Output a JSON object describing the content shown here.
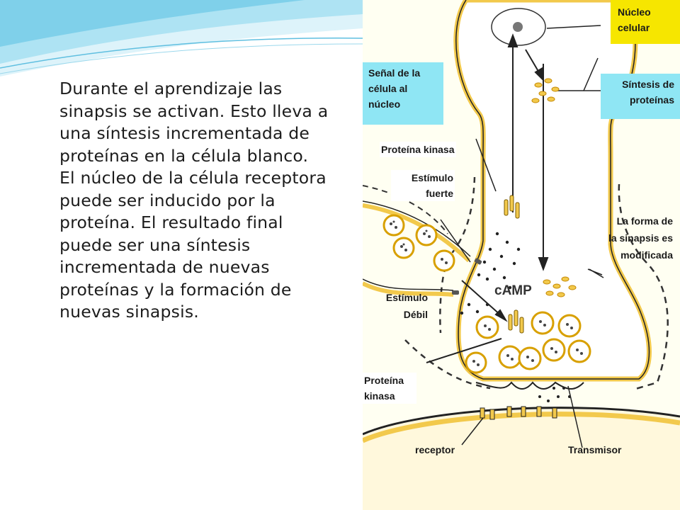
{
  "paragraph": "Durante el aprendizaje las sinapsis se activan. Esto lleva a una síntesis incrementada de proteínas en la célula blanco. El núcleo de la célula receptora puede ser inducido por la proteína. El resultado final puede ser una síntesis incrementada de nuevas proteínas y la formación de nuevas sinapsis.",
  "labels": {
    "nucleo_1": "Núcleo",
    "nucleo_2": "celular",
    "senal_1": "Señal de la",
    "senal_2": "célula al",
    "senal_3": "núcleo",
    "sintesis_1": "Síntesis de",
    "sintesis_2": "proteínas",
    "proteina_kinasa_top": "Proteína kinasa",
    "estimulo_fuerte_1": "Estímulo",
    "estimulo_fuerte_2": "fuerte",
    "forma_1": "La forma de",
    "forma_2": "la sinapsis es",
    "forma_3": "modificada",
    "estimulo_debil_1": "Estímulo",
    "estimulo_debil_2": "Débil",
    "camp": "cAMP",
    "proteina_kinasa_bottom_1": "Proteína",
    "proteina_kinasa_bottom_2": "kinasa",
    "receptor": "receptor",
    "transmisor": "Transmisor"
  },
  "colors": {
    "label_yellow": "#f6e600",
    "label_cyan": "#8fe6f4",
    "membrane_yellow": "#f2c94c",
    "membrane_line": "#222222",
    "swoosh_blue": "#7fd0ea"
  },
  "icons": [
    "vesicle-icon",
    "arrow-icon",
    "swoosh-decoration"
  ]
}
